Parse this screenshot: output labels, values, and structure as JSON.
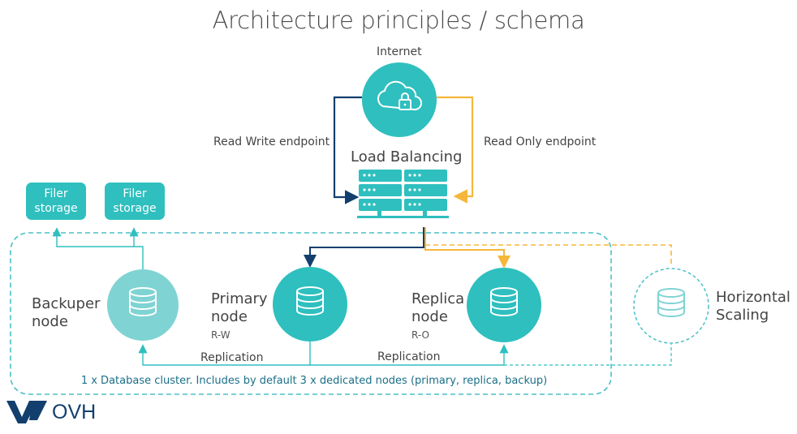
{
  "title": "Architecture principles / schema",
  "internet_label": "Internet",
  "rw_endpoint_label": "Read Write endpoint",
  "ro_endpoint_label": "Read Only endpoint",
  "load_balancing_label": "Load Balancing",
  "filer_storage": [
    {
      "line1": "Filer",
      "line2": "storage"
    },
    {
      "line1": "Filer",
      "line2": "storage"
    }
  ],
  "backuper": {
    "line1": "Backuper",
    "line2": "node"
  },
  "primary": {
    "line1": "Primary",
    "line2": "node",
    "mode": "R-W"
  },
  "replica": {
    "line1": "Replica",
    "line2": "node",
    "mode": "R-O"
  },
  "horizontal": {
    "line1": "Horizontal",
    "line2": "Scaling"
  },
  "replication_label_1": "Replication",
  "replication_label_2": "Replication",
  "cluster_caption": "1 x Database cluster. Includes by default 3 x dedicated nodes (primary, replica, backup)",
  "logo_text": "OVH",
  "colors": {
    "teal": "#2fbfbf",
    "teal_light": "#7fd3d3",
    "navy": "#123f6d",
    "orange": "#f5b73b",
    "dashed_teal": "#4bbfc9"
  },
  "icons": [
    "cloud-lock-icon",
    "server-rack-icon",
    "database-icon",
    "ovh-logo-icon"
  ]
}
